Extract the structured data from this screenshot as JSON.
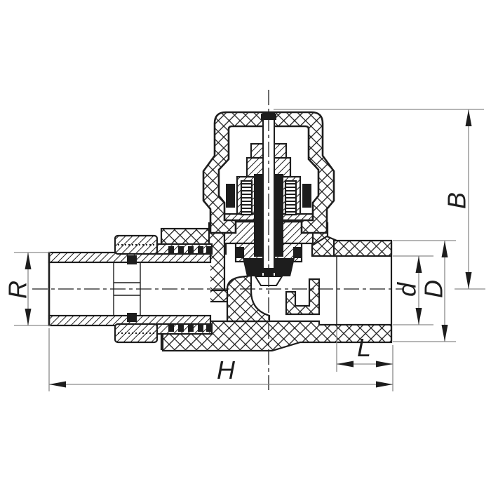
{
  "figure": {
    "type": "technical-drawing",
    "subject": "straight radiator valve cross-section",
    "background_color": "#ffffff",
    "line_color": "#1d1d1d",
    "extension_line_color": "#8a8a8a"
  },
  "dimension_labels": {
    "R": "R",
    "B": "B",
    "d": "d",
    "D": "D",
    "L": "L",
    "H": "H"
  }
}
